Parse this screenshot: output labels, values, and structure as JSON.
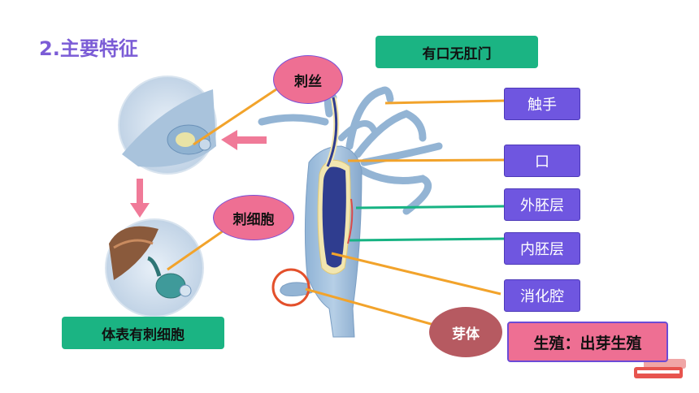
{
  "heading": "2.主要特征",
  "banners": {
    "top": "有口无肛门",
    "bottom": "体表有刺细胞"
  },
  "callouts": {
    "nematocyst": "刺丝",
    "cnidocyte": "刺细胞",
    "bud": "芽体"
  },
  "labels": [
    "触手",
    "口",
    "外胚层",
    "内胚层",
    "消化腔"
  ],
  "reproduction": "生殖：出芽生殖",
  "colors": {
    "heading": "#7b5cd6",
    "banner": "#1bb483",
    "label_box": "#6f56e0",
    "callout_pink": "#ee6f93",
    "callout_maroon": "#b65a61",
    "leader_orange": "#f2a32b",
    "leader_green": "#17b383",
    "arrow_pink": "#f07a98",
    "highlight_ring": "#e3502b"
  }
}
